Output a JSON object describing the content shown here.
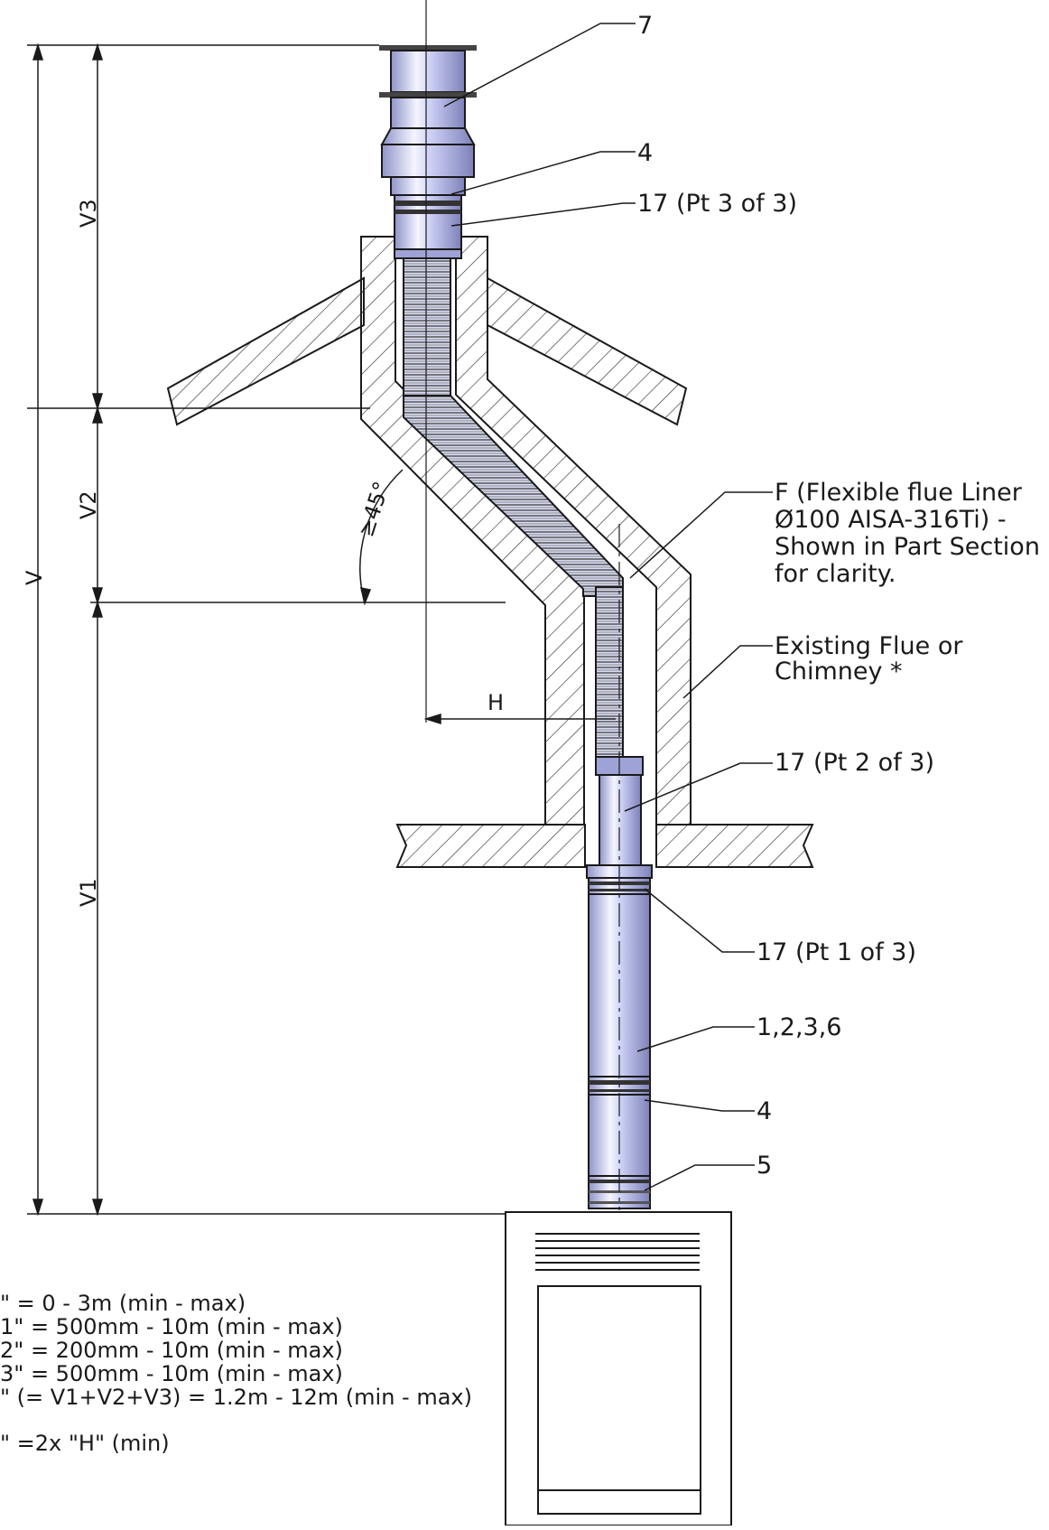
{
  "callouts": {
    "c7": "7",
    "c4_top": "4",
    "c17_pt3": "17 (Pt 3 of 3)",
    "flex_line1": "F (Flexible flue Liner",
    "flex_line2": "Ø100 AISA-316Ti) -",
    "flex_line3": "Shown in Part Section",
    "flex_line4": "for clarity.",
    "exist_line1": "Existing Flue or",
    "exist_line2": "Chimney *",
    "c17_pt2": "17 (Pt 2 of 3)",
    "c17_pt1": "17 (Pt 1 of 3)",
    "c1236": "1,2,3,6",
    "c4_bottom": "4",
    "c5": "5"
  },
  "dimensions": {
    "v": "V",
    "v1": "V1",
    "v2": "V2",
    "v3": "V3",
    "h": "H",
    "angle": "≥45°"
  },
  "notes": [
    "\" = 0 - 3m (min - max)",
    "1\" = 500mm - 10m (min - max)",
    "2\" = 200mm - 10m (min - max)",
    "3\" = 500mm - 10m (min - max)",
    "\" (= V1+V2+V3) = 1.2m - 12m (min - max)",
    "\" =2x \"H\" (min)"
  ],
  "colors": {
    "line": "#1a1a1a",
    "pipe_mid": "#c9ccf2",
    "pipe_light": "#f4f5ff",
    "hatch": "#333333"
  }
}
